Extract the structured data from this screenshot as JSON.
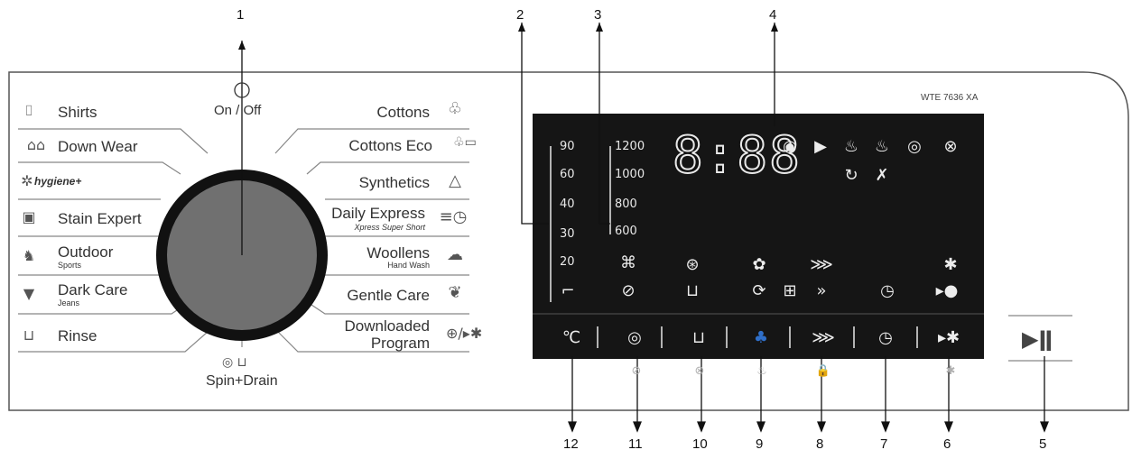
{
  "model": "WTE 7636 XA",
  "power_label": "On / Off",
  "spin_drain_label": "Spin+Drain",
  "programs_left": [
    {
      "label": "Shirts",
      "sub": "",
      "icon": "shirt-icon"
    },
    {
      "label": "Down Wear",
      "sub": "",
      "icon": "down-wear-icon"
    },
    {
      "label": "hygiene+",
      "sub": "",
      "icon": "hygiene-icon"
    },
    {
      "label": "Stain Expert",
      "sub": "",
      "icon": "stain-icon"
    },
    {
      "label": "Outdoor",
      "sub": "Sports",
      "icon": "shoe-icon"
    },
    {
      "label": "Dark Care",
      "sub": "Jeans",
      "icon": "tshirt-icon"
    },
    {
      "label": "Rinse",
      "sub": "",
      "icon": "rinse-icon"
    }
  ],
  "programs_right": [
    {
      "label": "Cottons",
      "sub": "",
      "icon": "cotton-icon"
    },
    {
      "label": "Cottons Eco",
      "sub": "",
      "icon": "eco-icon"
    },
    {
      "label": "Synthetics",
      "sub": "",
      "icon": "synthetics-icon"
    },
    {
      "label": "Daily Express",
      "sub": "Xpress Super Short",
      "icon": "express-timer-icon"
    },
    {
      "label": "Woollens",
      "sub": "Hand Wash",
      "icon": "wool-icon"
    },
    {
      "label": "Gentle Care",
      "sub": "",
      "icon": "gentle-icon"
    },
    {
      "label": "Downloaded",
      "sub": "Program",
      "icon": "download-bluetooth-icon"
    }
  ],
  "download_icon_text": "⊕/▸✱",
  "temperatures": [
    "90",
    "60",
    "40",
    "30",
    "20"
  ],
  "spin_speeds": [
    "1200",
    "1000",
    "800",
    "600"
  ],
  "time_display": "8:88",
  "buttons": [
    {
      "name": "temperature-button",
      "glyph": "℃"
    },
    {
      "name": "spin-button",
      "glyph": "◎"
    },
    {
      "name": "soil-level-button",
      "glyph": "⊔"
    },
    {
      "name": "steam-button",
      "glyph": "♣"
    },
    {
      "name": "fast-plus-button",
      "glyph": "⋙"
    },
    {
      "name": "delay-end-button",
      "glyph": "◷"
    },
    {
      "name": "remote-control-button",
      "glyph": "▸✱"
    }
  ],
  "sub_icons": [
    "⊘",
    "⊗",
    "♨",
    "🔒",
    "✱"
  ],
  "start_pause_glyph": "▶ǁ",
  "callouts": [
    "1",
    "2",
    "3",
    "4",
    "5",
    "6",
    "7",
    "8",
    "9",
    "10",
    "11",
    "12"
  ],
  "colors": {
    "display_bg": "#151515",
    "dial": "#707070",
    "dial_ring": "#111111",
    "steam_active": "#2f6fc9"
  }
}
